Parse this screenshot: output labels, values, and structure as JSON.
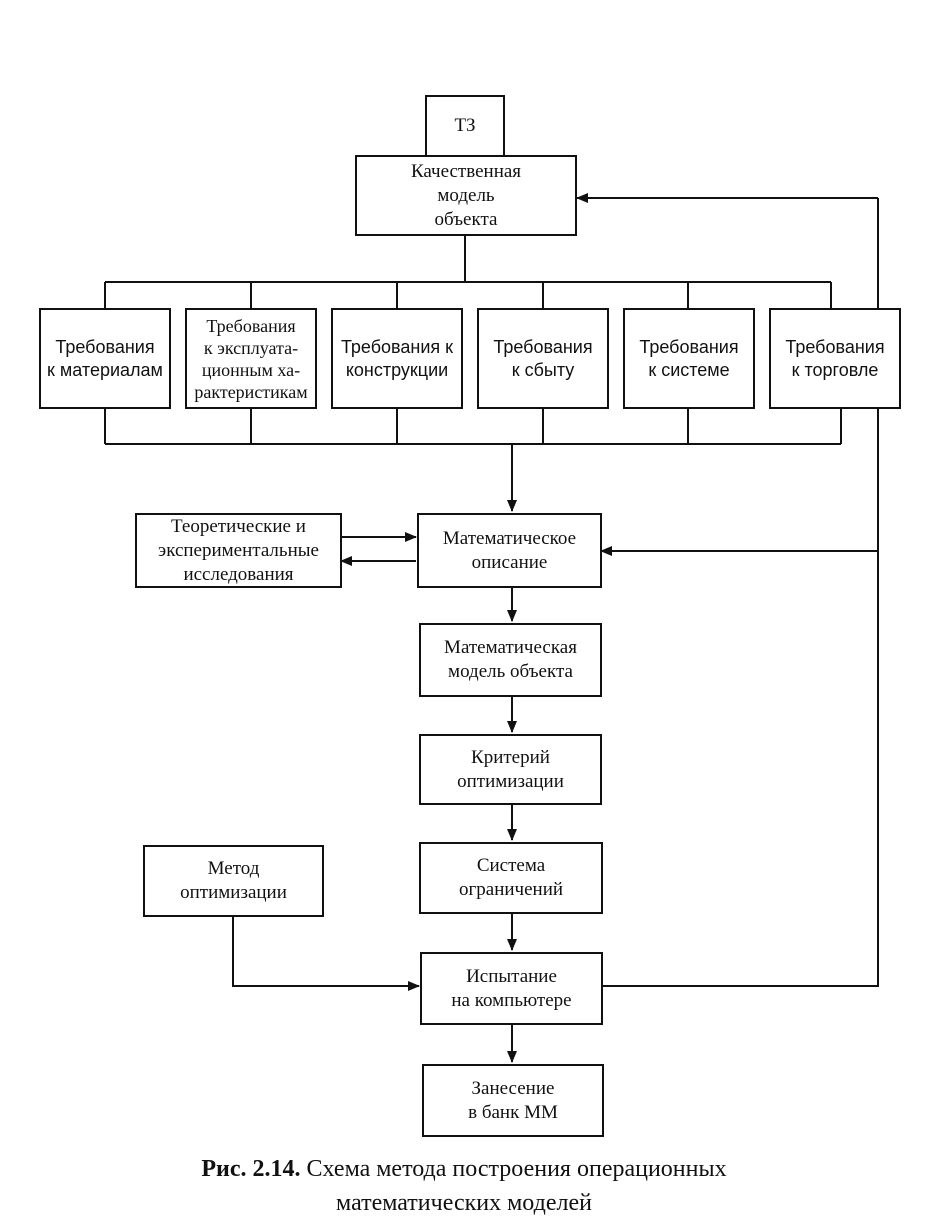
{
  "nodes": {
    "tz": "ТЗ",
    "qualitative_model": "Качественная\nмодель\nобъекта",
    "req_materials": "Требования\nк материалам",
    "req_operational": "Требования\nк эксплуата-\nционным ха-\nрактеристикам",
    "req_construction": "Требования к\nконструкции",
    "req_sales": "Требования\nк сбыту",
    "req_system": "Требования\nк системе",
    "req_trade": "Требования\nк торговле",
    "research": "Теоретические и\nэкспериментальные\nисследования",
    "math_description": "Математическое\nописание",
    "math_model": "Математическая\nмодель объекта",
    "criterion": "Критерий\nоптимизации",
    "constraints": "Система\nограничений",
    "method": "Метод\nоптимизации",
    "testing": "Испытание\nна компьютере",
    "bank": "Занесение\nв банк ММ"
  },
  "caption": {
    "label": "Рис. 2.14.",
    "text": " Схема метода построения операционных\nматематических моделей"
  }
}
